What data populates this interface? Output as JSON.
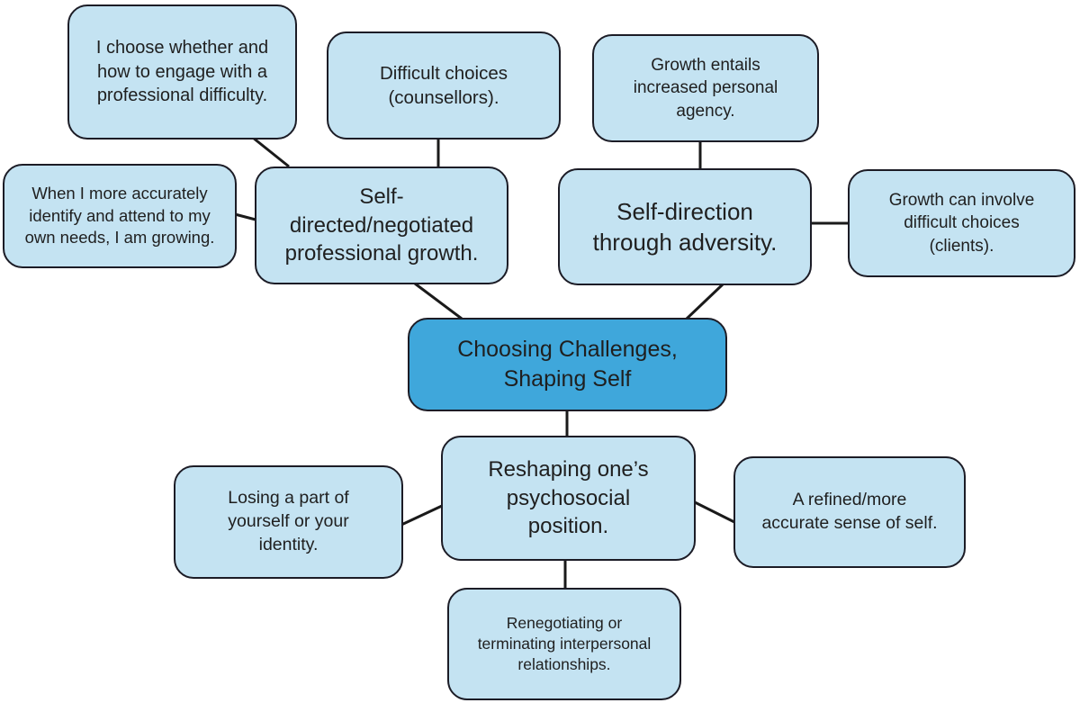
{
  "diagram": {
    "title": "Choosing Challenges, Shaping Self concept map",
    "colors": {
      "node_fill": "#C4E3F2",
      "center_fill": "#3FA7DB",
      "border": "#1c1c26",
      "connector": "#1a1a1a",
      "text": "#1f1f1f",
      "background": "#ffffff"
    },
    "nodes": {
      "choose": {
        "lines": [
          "I choose whether and",
          "how to engage with a",
          "professional difficulty."
        ]
      },
      "difficult": {
        "lines": [
          "Difficult choices",
          "(counsellors)."
        ]
      },
      "agency": {
        "lines": [
          "Growth entails",
          "increased personal",
          "agency."
        ]
      },
      "needs": {
        "lines": [
          "When I more accurately",
          "identify and attend to my",
          "own needs, I am growing."
        ]
      },
      "selfdirected": {
        "lines": [
          "Self-",
          "directed/negotiated",
          "professional growth."
        ]
      },
      "adversity": {
        "lines": [
          "Self-direction",
          "through adversity."
        ]
      },
      "clients": {
        "lines": [
          "Growth can involve",
          "difficult choices",
          "(clients)."
        ]
      },
      "center": {
        "lines": [
          "Choosing Challenges,",
          "Shaping Self"
        ]
      },
      "reshaping": {
        "lines": [
          "Reshaping one’s",
          "psychosocial",
          "position."
        ]
      },
      "losing": {
        "lines": [
          "Losing a part of",
          "yourself or your",
          "identity."
        ]
      },
      "refined": {
        "lines": [
          "A refined/more",
          "accurate sense of self."
        ]
      },
      "renegotiating": {
        "lines": [
          "Renegotiating or",
          "terminating interpersonal",
          "relationships."
        ]
      }
    },
    "edges": [
      "choose-selfdirected",
      "difficult-selfdirected",
      "needs-selfdirected",
      "agency-adversity",
      "adversity-clients",
      "selfdirected-center",
      "adversity-center",
      "center-reshaping",
      "losing-reshaping",
      "reshaping-refined",
      "reshaping-renegotiating"
    ]
  }
}
